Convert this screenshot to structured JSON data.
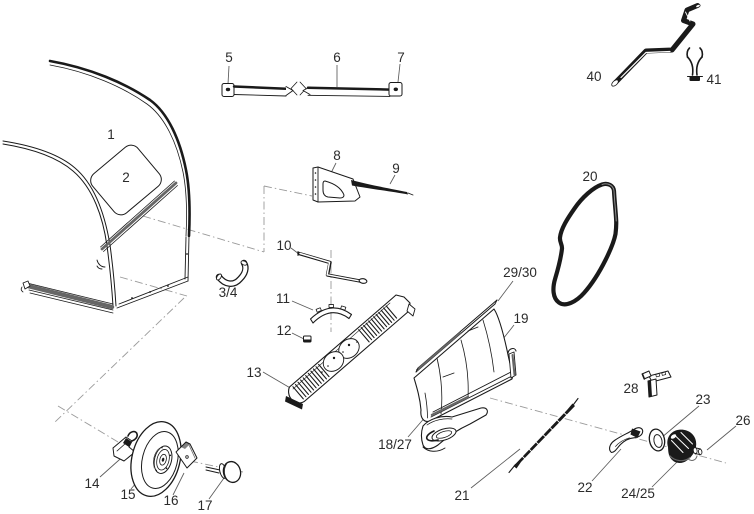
{
  "colors": {
    "background": "#ffffff",
    "line": "#1a1a1a",
    "label": "#2b2b2b",
    "centerline": "#9a9a9a"
  },
  "labels": {
    "p1": "1",
    "p2": "2",
    "p34": "3/4",
    "p5": "5",
    "p6": "6",
    "p7": "7",
    "p8": "8",
    "p9": "9",
    "p10": "10",
    "p11": "11",
    "p12": "12",
    "p13": "13",
    "p14": "14",
    "p15": "15",
    "p16": "16",
    "p17": "17",
    "p18_27": "18/27",
    "p19": "19",
    "p20": "20",
    "p21": "21",
    "p22": "22",
    "p23": "23",
    "p24_25": "24/25",
    "p26": "26",
    "p28": "28",
    "p29_30": "29/30",
    "p40": "40",
    "p41": "41"
  }
}
